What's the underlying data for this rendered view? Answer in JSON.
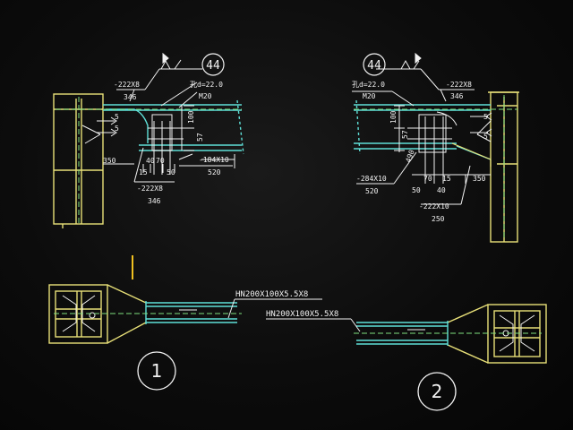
{
  "detail_left": {
    "marker": "44",
    "weld_top": "-222X8",
    "weld_top_len": "346",
    "bolt_hole": "孔d=22.0",
    "bolt": "M20",
    "weld_size_1": "5",
    "weld_size_2": "5",
    "dim_100": "100",
    "dim_57": "57",
    "plate_len": "-184X10",
    "plate_dim": "520",
    "dim_350": "350",
    "dim_15": "15",
    "dim_40": "40",
    "dim_70": "70",
    "dim_50": "50",
    "weld_bottom": "-222X8",
    "weld_bottom_len": "346"
  },
  "detail_right": {
    "marker": "44",
    "bolt_hole": "孔d=22.0",
    "bolt": "M20",
    "weld_top": "-222X8",
    "weld_top_len": "346",
    "weld_size_1": "5",
    "weld_size_2": "5",
    "dim_100": "100",
    "dim_57": "57",
    "dim_490": "490",
    "plate_len": "-284X10",
    "plate_dim": "520",
    "dim_50": "50",
    "dim_70": "70",
    "dim_40": "40",
    "dim_15": "15",
    "dim_350": "350",
    "weld_bottom": "-222X10",
    "weld_bottom_len": "250"
  },
  "plan_left": {
    "beam_label": "HN200X100X5.5X8",
    "number": "1"
  },
  "plan_right": {
    "beam_label": "HN200X100X5.5X8",
    "number": "2"
  },
  "colors": {
    "background": "#0c0c0c",
    "column": "#e8e078",
    "beam": "#5fe0d8",
    "dimension": "#f2f2f2",
    "centerline": "#7fe07f",
    "accent": "#f0c020"
  }
}
